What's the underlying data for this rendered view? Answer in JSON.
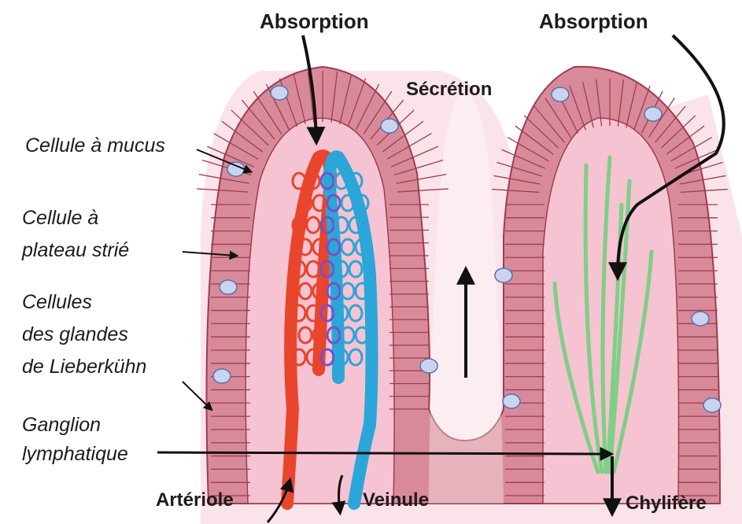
{
  "labels": {
    "absorption_left": "Absorption",
    "absorption_right": "Absorption",
    "secretion": "Sécrétion",
    "mucus_cell": "Cellule à mucus",
    "striated_cell_line1": "Cellule à",
    "striated_cell_line2": "plateau strié",
    "glands_line1": "Cellules",
    "glands_line2": "des glandes",
    "glands_line3": "de Lieberkühn",
    "lymph_line1": "Ganglion",
    "lymph_line2": "lymphatique",
    "arteriole": "Artériole",
    "venule": "Veinule",
    "chylifere": "Chylifère"
  },
  "colors": {
    "epithelium": "#d98a9a",
    "cell_outline": "#9c3d4f",
    "lamina": "#f6c3d2",
    "background": "#fbe3ea",
    "arterial": "#e8452c",
    "venous": "#2aa7d8",
    "lymphatic": "#7fcf86",
    "goblet": "#c9d4f0",
    "arrow": "#111111",
    "text": "#1c1c1c"
  }
}
